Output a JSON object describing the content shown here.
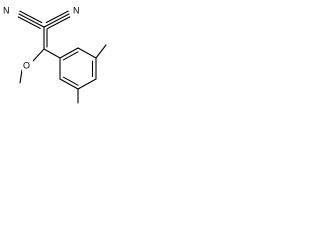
{
  "atoms": {
    "nitrile_n_left": "N",
    "nitrile_n_right": "N",
    "methoxy_o": "O"
  },
  "colors": {
    "bond": "#000000",
    "background": "#ffffff"
  }
}
